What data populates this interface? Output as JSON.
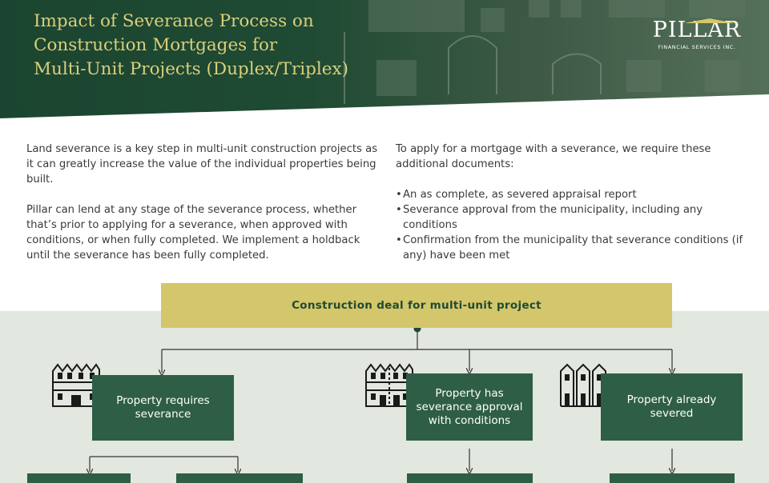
{
  "header": {
    "title_lines": [
      "Impact of Severance Process on",
      "Construction Mortgages for",
      "Multi-Unit Projects (Duplex/Triplex)"
    ],
    "logo_main": "PILLAR",
    "logo_sub": "FINANCIAL SERVICES INC."
  },
  "intro_left": {
    "p1": "Land severance is a key step in multi-unit construction projects as it can greatly increase the value of the individual properties being built.",
    "p2": "Pillar can lend at any stage of the severance process, whether that’s prior to applying for a severance, when approved with conditions, or when fully completed. We implement a holdback until the severance has been fully completed."
  },
  "intro_right": {
    "intro": "To apply for a mortgage with a severance, we require these additional documents:",
    "bullet_symbol": "•",
    "bullets": [
      "An as complete, as severed appraisal report",
      "Severance approval from the municipality, including any conditions",
      "Confirmation from the municipality that severance conditions (if any) have been met"
    ]
  },
  "flowchart": {
    "top": "Construction deal for multi-unit project",
    "branches": [
      {
        "label": "Property requires severance",
        "icon": "row-house-icon"
      },
      {
        "label": "Property has severance approval with conditions",
        "icon": "row-house-icon"
      },
      {
        "label": "Property already severed",
        "icon": "triplex-house-icon"
      }
    ]
  },
  "colors": {
    "header_green": "#1f4a33",
    "gold": "#d4c66a",
    "box_green": "#2e5e45",
    "flow_bg": "#e2e7df"
  }
}
